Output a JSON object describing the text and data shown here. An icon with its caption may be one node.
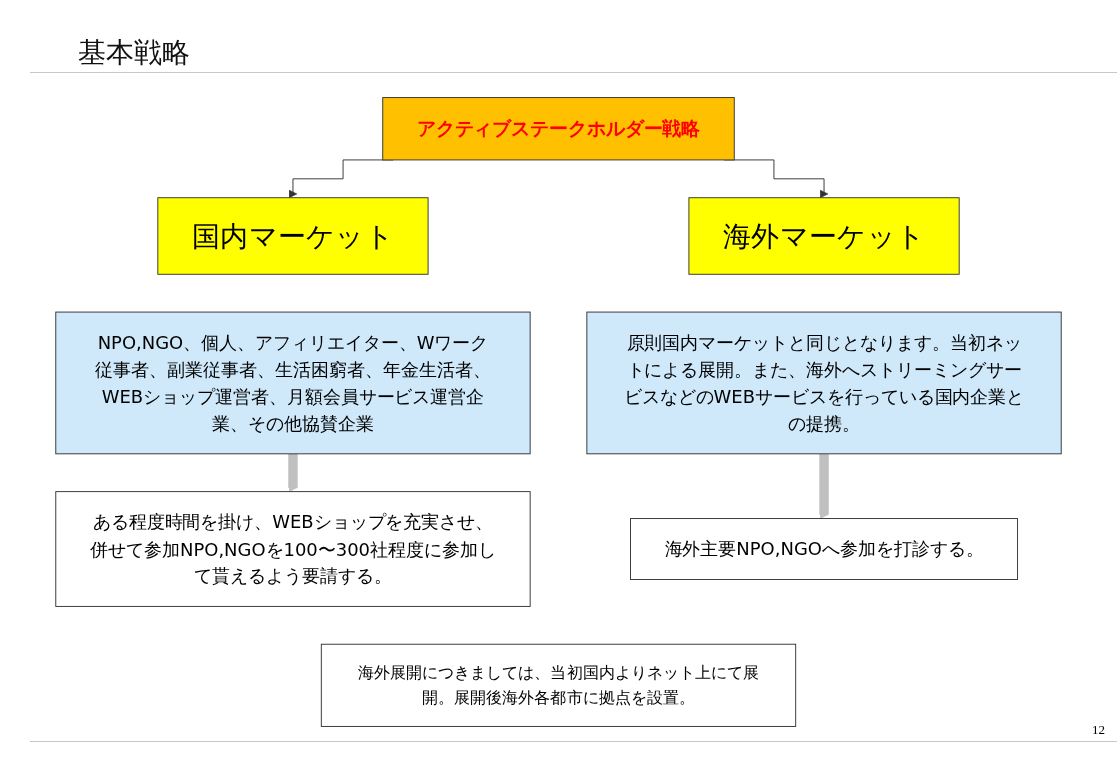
{
  "diagram": {
    "title": "基本戦略",
    "nodes": [
      {
        "text": [
          "アクティブステークホルダー戦略"
        ]
      },
      {
        "text": [
          "国内マーケット"
        ]
      },
      {
        "text": [
          "海外マーケット"
        ]
      },
      {
        "text": [
          "NPO,NGO、個人、アフィリエイター、Wワーク従事者、副業従事者、生活困窮者、年金生活者、WEBショップ運営者、月額会員サービス運営企業、その他協賛企業"
        ]
      },
      {
        "text": [
          "原則国内マーケットと同じとなります。当初ネットによる展開。また、海外へストリーミングサービスなどのWEBサービスを行っている国内企業との提携。"
        ]
      },
      {
        "text": [
          "ある程度時間を掛け、WEBショップを充実させ、併せて参加NPO,NGOを100〜300社程度に参加して貰えるよう要請する。"
        ]
      },
      {
        "text": [
          "海外主要NPO,NGOへ参加を打診する。"
        ]
      },
      {
        "text": [
          "海外展開につきましては、当初国内よりネット上にて展開。展開後海外各都市に拠点を設置。"
        ]
      }
    ],
    "edges": [
      {
        "from": 0,
        "to": 1,
        "arrow": "to"
      },
      {
        "from": 0,
        "to": 2,
        "arrow": "to"
      },
      {
        "from": 3,
        "to": 5,
        "arrow": "to",
        "style": "thick",
        "color": "#c0c0c0"
      },
      {
        "from": 4,
        "to": 6,
        "arrow": "to",
        "style": "thick",
        "color": "#c0c0c0"
      }
    ],
    "labels": [
      "12"
    ]
  }
}
